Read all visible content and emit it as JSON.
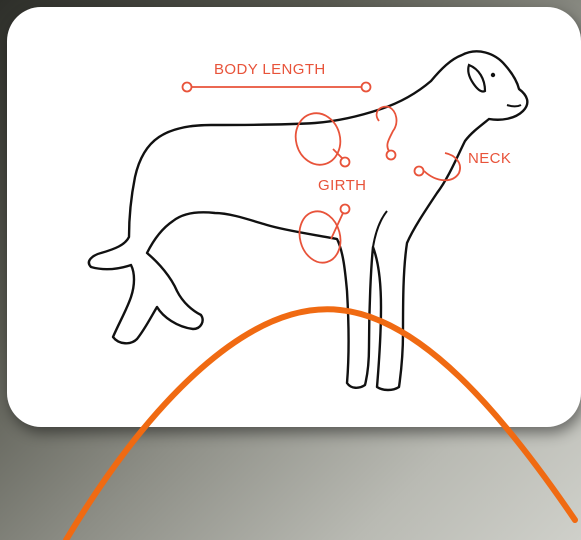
{
  "diagram": {
    "labels": {
      "body_length": "BODY LENGTH",
      "girth": "GIRTH",
      "neck": "NECK"
    },
    "colors": {
      "measure": "#e8533a",
      "outline": "#111111",
      "arc": "#f06a12",
      "card": "#ffffff"
    }
  }
}
